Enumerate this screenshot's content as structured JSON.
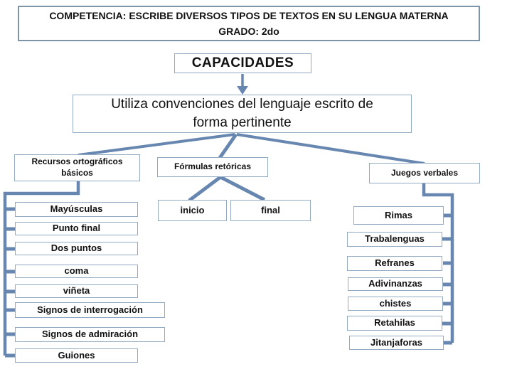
{
  "header": {
    "competencia_line1": "COMPETENCIA: ESCRIBE DIVERSOS TIPOS DE TEXTOS EN SU LENGUA MATERNA",
    "competencia_line2": "GRADO: 2do",
    "capacidades": "CAPACIDADES"
  },
  "main": {
    "line1": "Utiliza convenciones del lenguaje escrito de",
    "line2": "forma pertinente"
  },
  "branches": {
    "left": {
      "title": "Recursos ortográficos básicos",
      "items": [
        "Mayúsculas",
        "Punto final",
        "Dos puntos",
        "coma",
        "viñeta",
        "Signos de interrogación",
        "Signos de admiración",
        "Guiones"
      ]
    },
    "middle": {
      "title": "Fórmulas retóricas",
      "items": [
        "inicio",
        "final"
      ]
    },
    "right": {
      "title": "Juegos verbales",
      "items": [
        "Rimas",
        "Trabalenguas",
        "Refranes",
        "Adivinanzas",
        "chistes",
        "Retahilas",
        "Jitanjaforas"
      ]
    }
  },
  "colors": {
    "connector_line": "#6787b0",
    "box_border": "#92abc2",
    "outer_border": "#7e95a8",
    "text": "#111111",
    "background": "#ffffff"
  }
}
